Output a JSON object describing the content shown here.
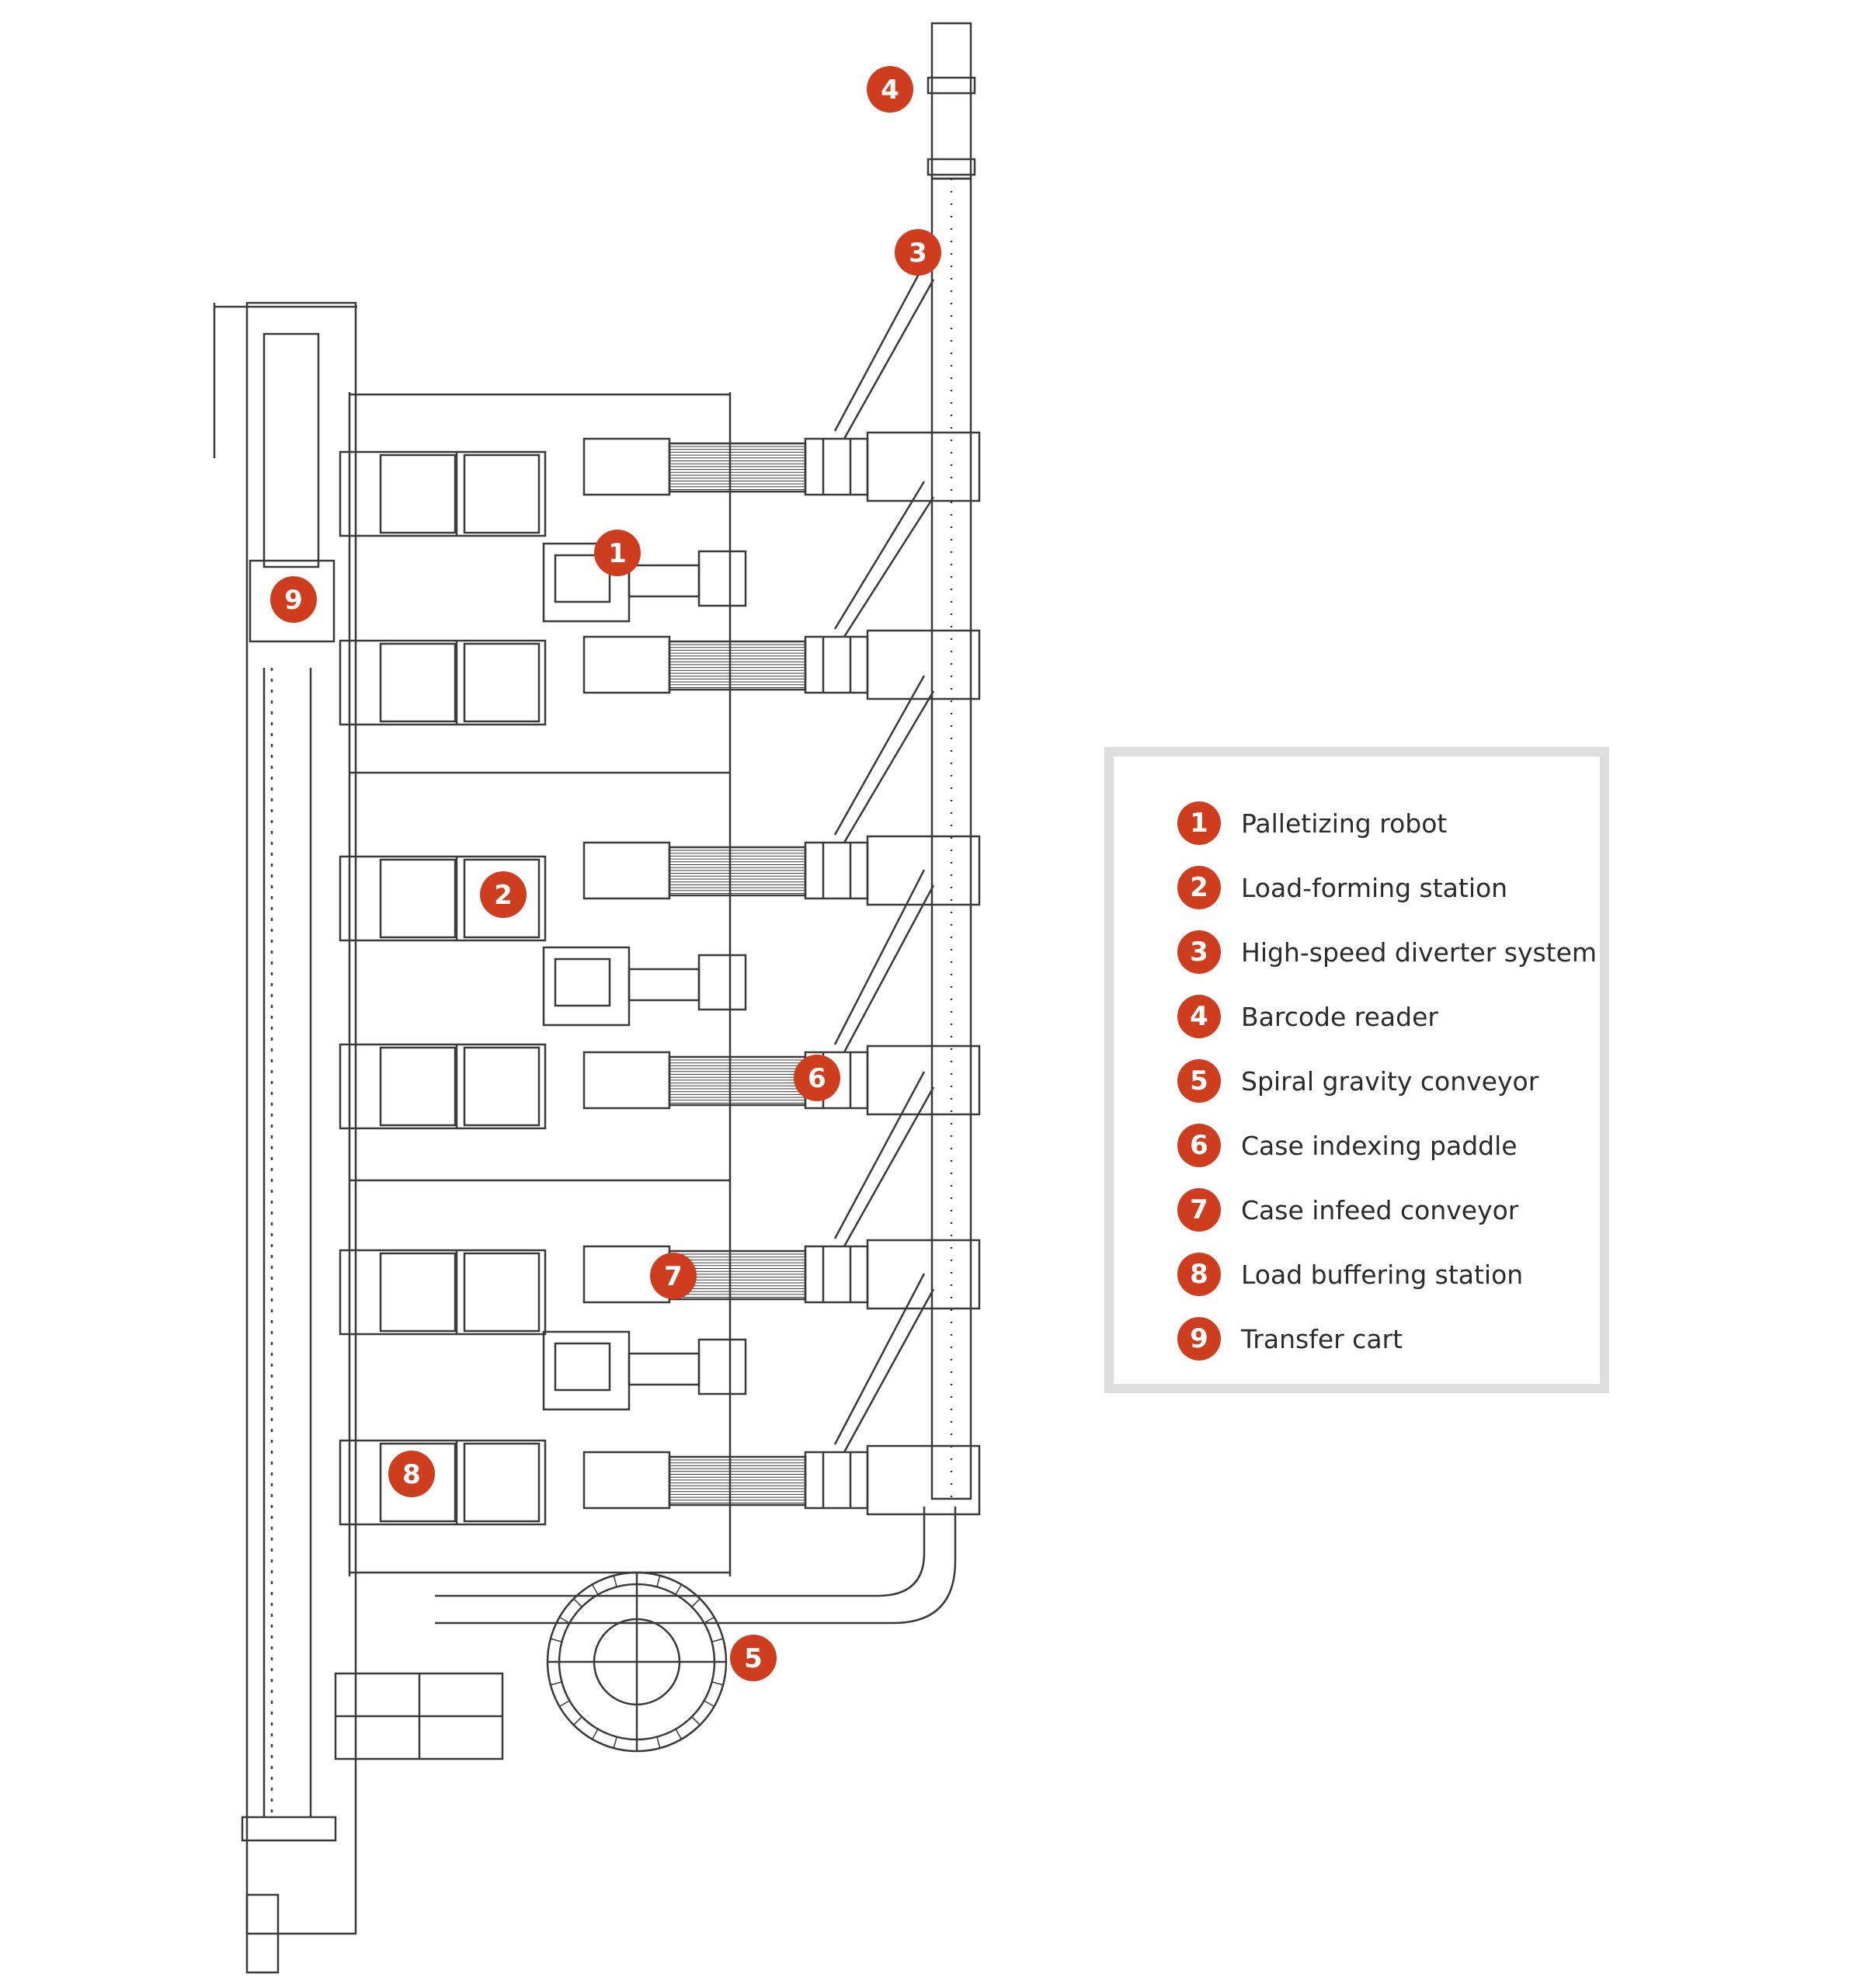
{
  "colors": {
    "accent": "#cf3d1f",
    "line": "#3a3a3a",
    "legend_border": "#dedede"
  },
  "legend": {
    "items": [
      {
        "num": "1",
        "label": "Palletizing robot"
      },
      {
        "num": "2",
        "label": "Load-forming station"
      },
      {
        "num": "3",
        "label": "High-speed diverter system"
      },
      {
        "num": "4",
        "label": "Barcode reader"
      },
      {
        "num": "5",
        "label": "Spiral gravity conveyor"
      },
      {
        "num": "6",
        "label": "Case indexing paddle"
      },
      {
        "num": "7",
        "label": "Case infeed conveyor"
      },
      {
        "num": "8",
        "label": "Load buffering station"
      },
      {
        "num": "9",
        "label": "Transfer cart"
      }
    ]
  },
  "callouts": [
    {
      "num": "1"
    },
    {
      "num": "2"
    },
    {
      "num": "3"
    },
    {
      "num": "4"
    },
    {
      "num": "5"
    },
    {
      "num": "6"
    },
    {
      "num": "7"
    },
    {
      "num": "8"
    },
    {
      "num": "9"
    }
  ]
}
